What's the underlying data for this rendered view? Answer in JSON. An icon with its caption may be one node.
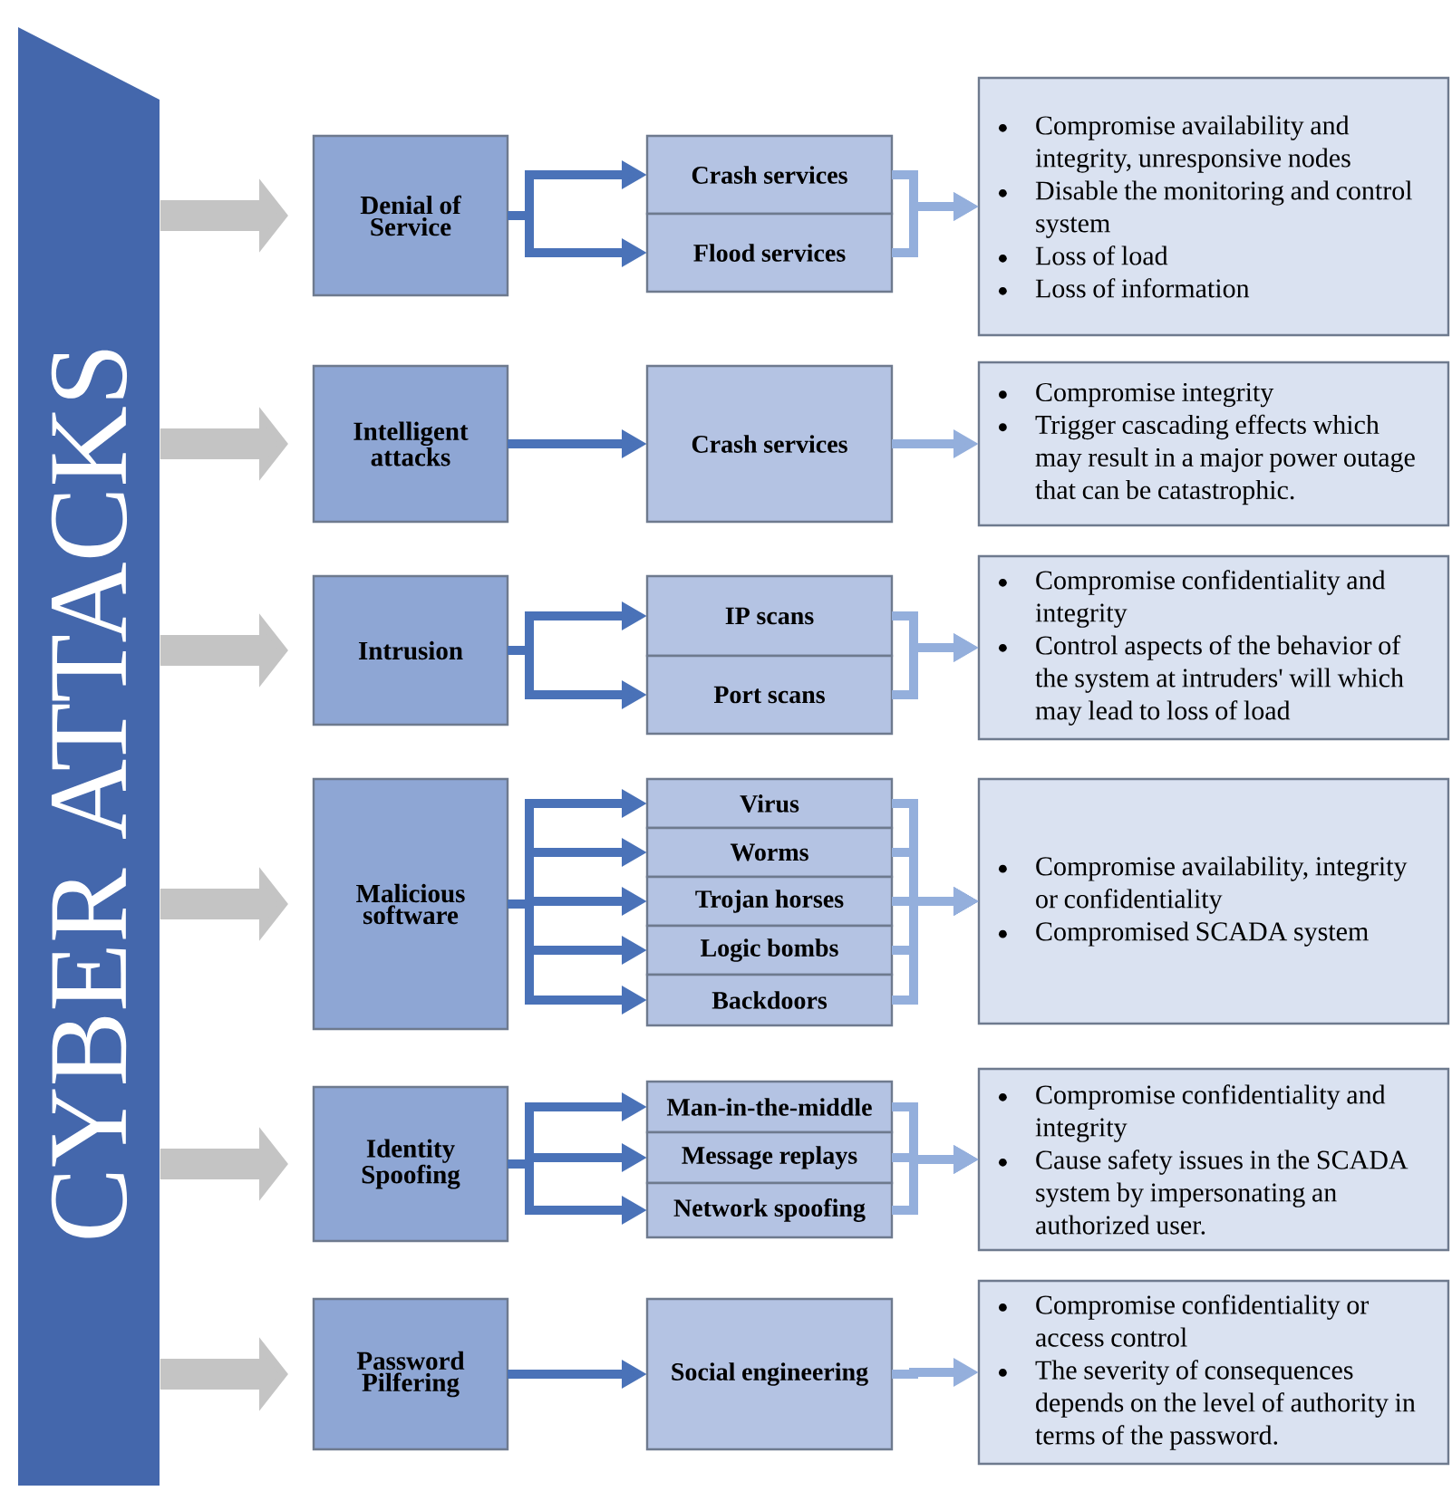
{
  "diagram": {
    "nodes": [
      {
        "text": [
          "CYBER ATTACKS"
        ]
      },
      {
        "text": [
          "Denial of Service"
        ]
      },
      {
        "text": [
          "Crash services"
        ]
      },
      {
        "text": [
          "Flood services"
        ]
      },
      {
        "text": [
          "Compromise availability and integrity, unresponsive nodes",
          "Disable the monitoring and control system",
          "Loss of load",
          "Loss of information"
        ]
      },
      {
        "text": [
          "Intelligent attacks"
        ]
      },
      {
        "text": [
          "Crash services"
        ]
      },
      {
        "text": [
          "Compromise integrity",
          "Trigger cascading effects which may result in a major power outage that can be catastrophic."
        ]
      },
      {
        "text": [
          "Intrusion"
        ]
      },
      {
        "text": [
          "IP scans"
        ]
      },
      {
        "text": [
          "Port scans"
        ]
      },
      {
        "text": [
          "Compromise confidentiality and integrity",
          "Control aspects of the behavior of the system at intruders' will which may lead to loss of load"
        ]
      },
      {
        "text": [
          "Malicious software"
        ]
      },
      {
        "text": [
          "Virus"
        ]
      },
      {
        "text": [
          "Worms"
        ]
      },
      {
        "text": [
          "Trojan horses"
        ]
      },
      {
        "text": [
          "Logic bombs"
        ]
      },
      {
        "text": [
          "Backdoors"
        ]
      },
      {
        "text": [
          "Compromise availability, integrity or confidentiality",
          "Compromised SCADA system"
        ]
      },
      {
        "text": [
          "Identity Spoofing"
        ]
      },
      {
        "text": [
          "Man-in-the-middle"
        ]
      },
      {
        "text": [
          "Message replays"
        ]
      },
      {
        "text": [
          "Network spoofing"
        ]
      },
      {
        "text": [
          "Compromise confidentiality and integrity",
          "Cause safety issues in the SCADA system by impersonating an authorized user."
        ]
      },
      {
        "text": [
          "Password Pilfering"
        ]
      },
      {
        "text": [
          "Social engineering"
        ]
      },
      {
        "text": [
          "Compromise confidentiality or access control",
          "The severity of consequences depends on the level of authority in terms of the password."
        ]
      }
    ],
    "edges": [
      {
        "from": 0,
        "to": 1,
        "arrow": "to",
        "style": "thick",
        "color": "#c4c4c4"
      },
      {
        "from": 0,
        "to": 5,
        "arrow": "to",
        "style": "thick",
        "color": "#c4c4c4"
      },
      {
        "from": 0,
        "to": 8,
        "arrow": "to",
        "style": "thick",
        "color": "#c4c4c4"
      },
      {
        "from": 0,
        "to": 12,
        "arrow": "to",
        "style": "thick",
        "color": "#c4c4c4"
      },
      {
        "from": 0,
        "to": 19,
        "arrow": "to",
        "style": "thick",
        "color": "#c4c4c4"
      },
      {
        "from": 0,
        "to": 24,
        "arrow": "to",
        "style": "thick",
        "color": "#c4c4c4"
      },
      {
        "from": 1,
        "to": 2,
        "arrow": "to",
        "color": "#4a72b8"
      },
      {
        "from": 1,
        "to": 3,
        "arrow": "to",
        "color": "#4a72b8"
      },
      {
        "from": 2,
        "to": 4,
        "arrow": "to",
        "color": "#94afdc"
      },
      {
        "from": 3,
        "to": 4,
        "arrow": "to",
        "color": "#94afdc"
      },
      {
        "from": 5,
        "to": 6,
        "arrow": "to",
        "color": "#4a72b8"
      },
      {
        "from": 6,
        "to": 7,
        "arrow": "to",
        "color": "#94afdc"
      },
      {
        "from": 8,
        "to": 9,
        "arrow": "to",
        "color": "#4a72b8"
      },
      {
        "from": 8,
        "to": 10,
        "arrow": "to",
        "color": "#4a72b8"
      },
      {
        "from": 9,
        "to": 11,
        "arrow": "to",
        "color": "#94afdc"
      },
      {
        "from": 10,
        "to": 11,
        "arrow": "to",
        "color": "#94afdc"
      },
      {
        "from": 12,
        "to": 13,
        "arrow": "to",
        "color": "#4a72b8"
      },
      {
        "from": 12,
        "to": 14,
        "arrow": "to",
        "color": "#4a72b8"
      },
      {
        "from": 12,
        "to": 15,
        "arrow": "to",
        "color": "#4a72b8"
      },
      {
        "from": 12,
        "to": 16,
        "arrow": "to",
        "color": "#4a72b8"
      },
      {
        "from": 12,
        "to": 17,
        "arrow": "to",
        "color": "#4a72b8"
      },
      {
        "from": 13,
        "to": 18,
        "arrow": "to",
        "color": "#94afdc"
      },
      {
        "from": 14,
        "to": 18,
        "arrow": "to",
        "color": "#94afdc"
      },
      {
        "from": 15,
        "to": 18,
        "arrow": "to",
        "color": "#94afdc"
      },
      {
        "from": 16,
        "to": 18,
        "arrow": "to",
        "color": "#94afdc"
      },
      {
        "from": 17,
        "to": 18,
        "arrow": "to",
        "color": "#94afdc"
      },
      {
        "from": 19,
        "to": 20,
        "arrow": "to",
        "color": "#4a72b8"
      },
      {
        "from": 19,
        "to": 21,
        "arrow": "to",
        "color": "#4a72b8"
      },
      {
        "from": 19,
        "to": 22,
        "arrow": "to",
        "color": "#4a72b8"
      },
      {
        "from": 20,
        "to": 23,
        "arrow": "to",
        "color": "#94afdc"
      },
      {
        "from": 21,
        "to": 23,
        "arrow": "to",
        "color": "#94afdc"
      },
      {
        "from": 22,
        "to": 23,
        "arrow": "to",
        "color": "#94afdc"
      },
      {
        "from": 24,
        "to": 25,
        "arrow": "to",
        "color": "#4a72b8"
      },
      {
        "from": 25,
        "to": 26,
        "arrow": "to",
        "color": "#94afdc"
      }
    ]
  }
}
